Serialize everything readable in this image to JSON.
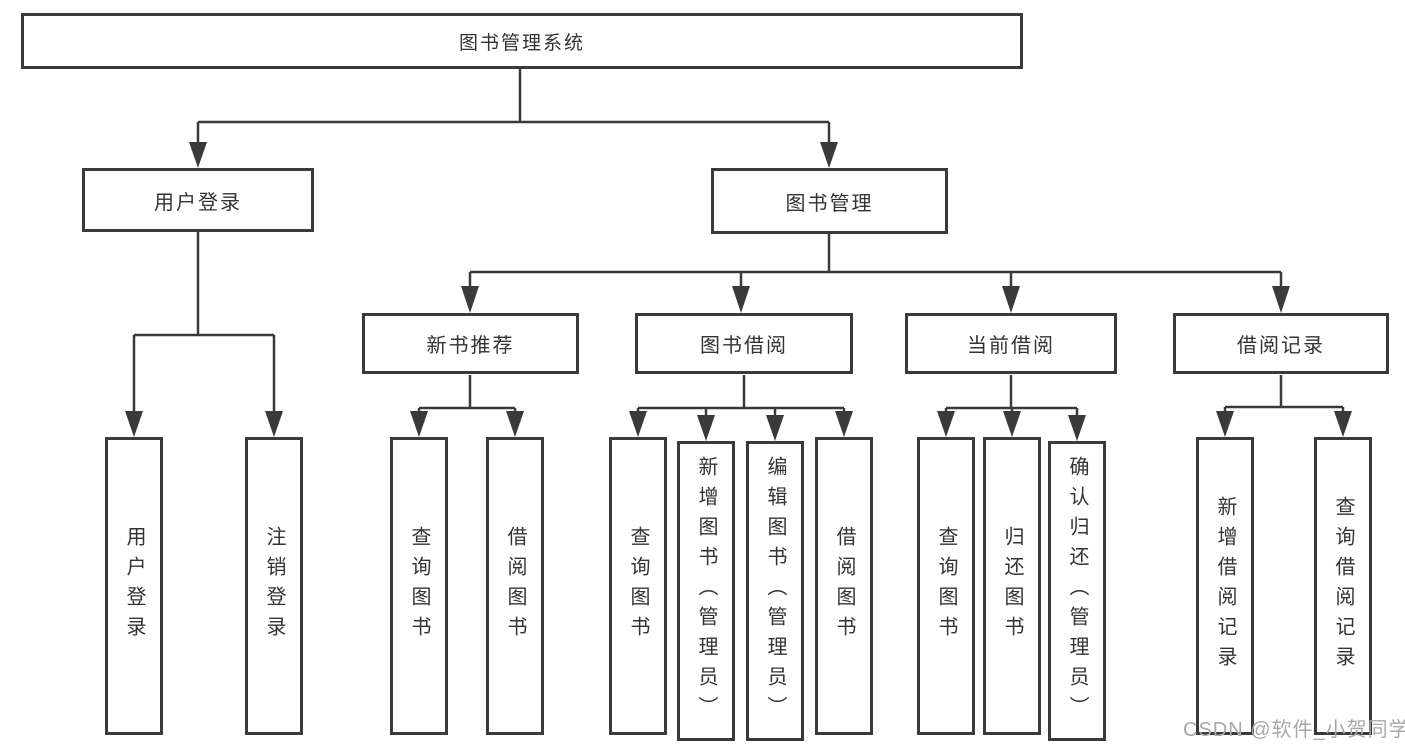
{
  "diagram_type": "hierarchy-tree",
  "colors": {
    "line": "#3a3a3a",
    "text": "#333333",
    "background": "#ffffff",
    "watermark": "#a8a8a8"
  },
  "tree": {
    "label": "图书管理系统",
    "children": [
      {
        "label": "用户登录",
        "children": [
          {
            "label": "用户登录"
          },
          {
            "label": "注销登录"
          }
        ]
      },
      {
        "label": "图书管理",
        "children": [
          {
            "label": "新书推荐",
            "children": [
              {
                "label": "查询图书"
              },
              {
                "label": "借阅图书"
              }
            ]
          },
          {
            "label": "图书借阅",
            "children": [
              {
                "label": "查询图书"
              },
              {
                "label": "新增图书（管理员）"
              },
              {
                "label": "编辑图书（管理员）"
              },
              {
                "label": "借阅图书"
              }
            ]
          },
          {
            "label": "当前借阅",
            "children": [
              {
                "label": "查询图书"
              },
              {
                "label": "归还图书"
              },
              {
                "label": "确认归还（管理员）"
              }
            ]
          },
          {
            "label": "借阅记录",
            "children": [
              {
                "label": "新增借阅记录"
              },
              {
                "label": "查询借阅记录"
              }
            ]
          }
        ]
      }
    ]
  },
  "watermark": {
    "text": "CSDN @软件_小贺同学"
  }
}
